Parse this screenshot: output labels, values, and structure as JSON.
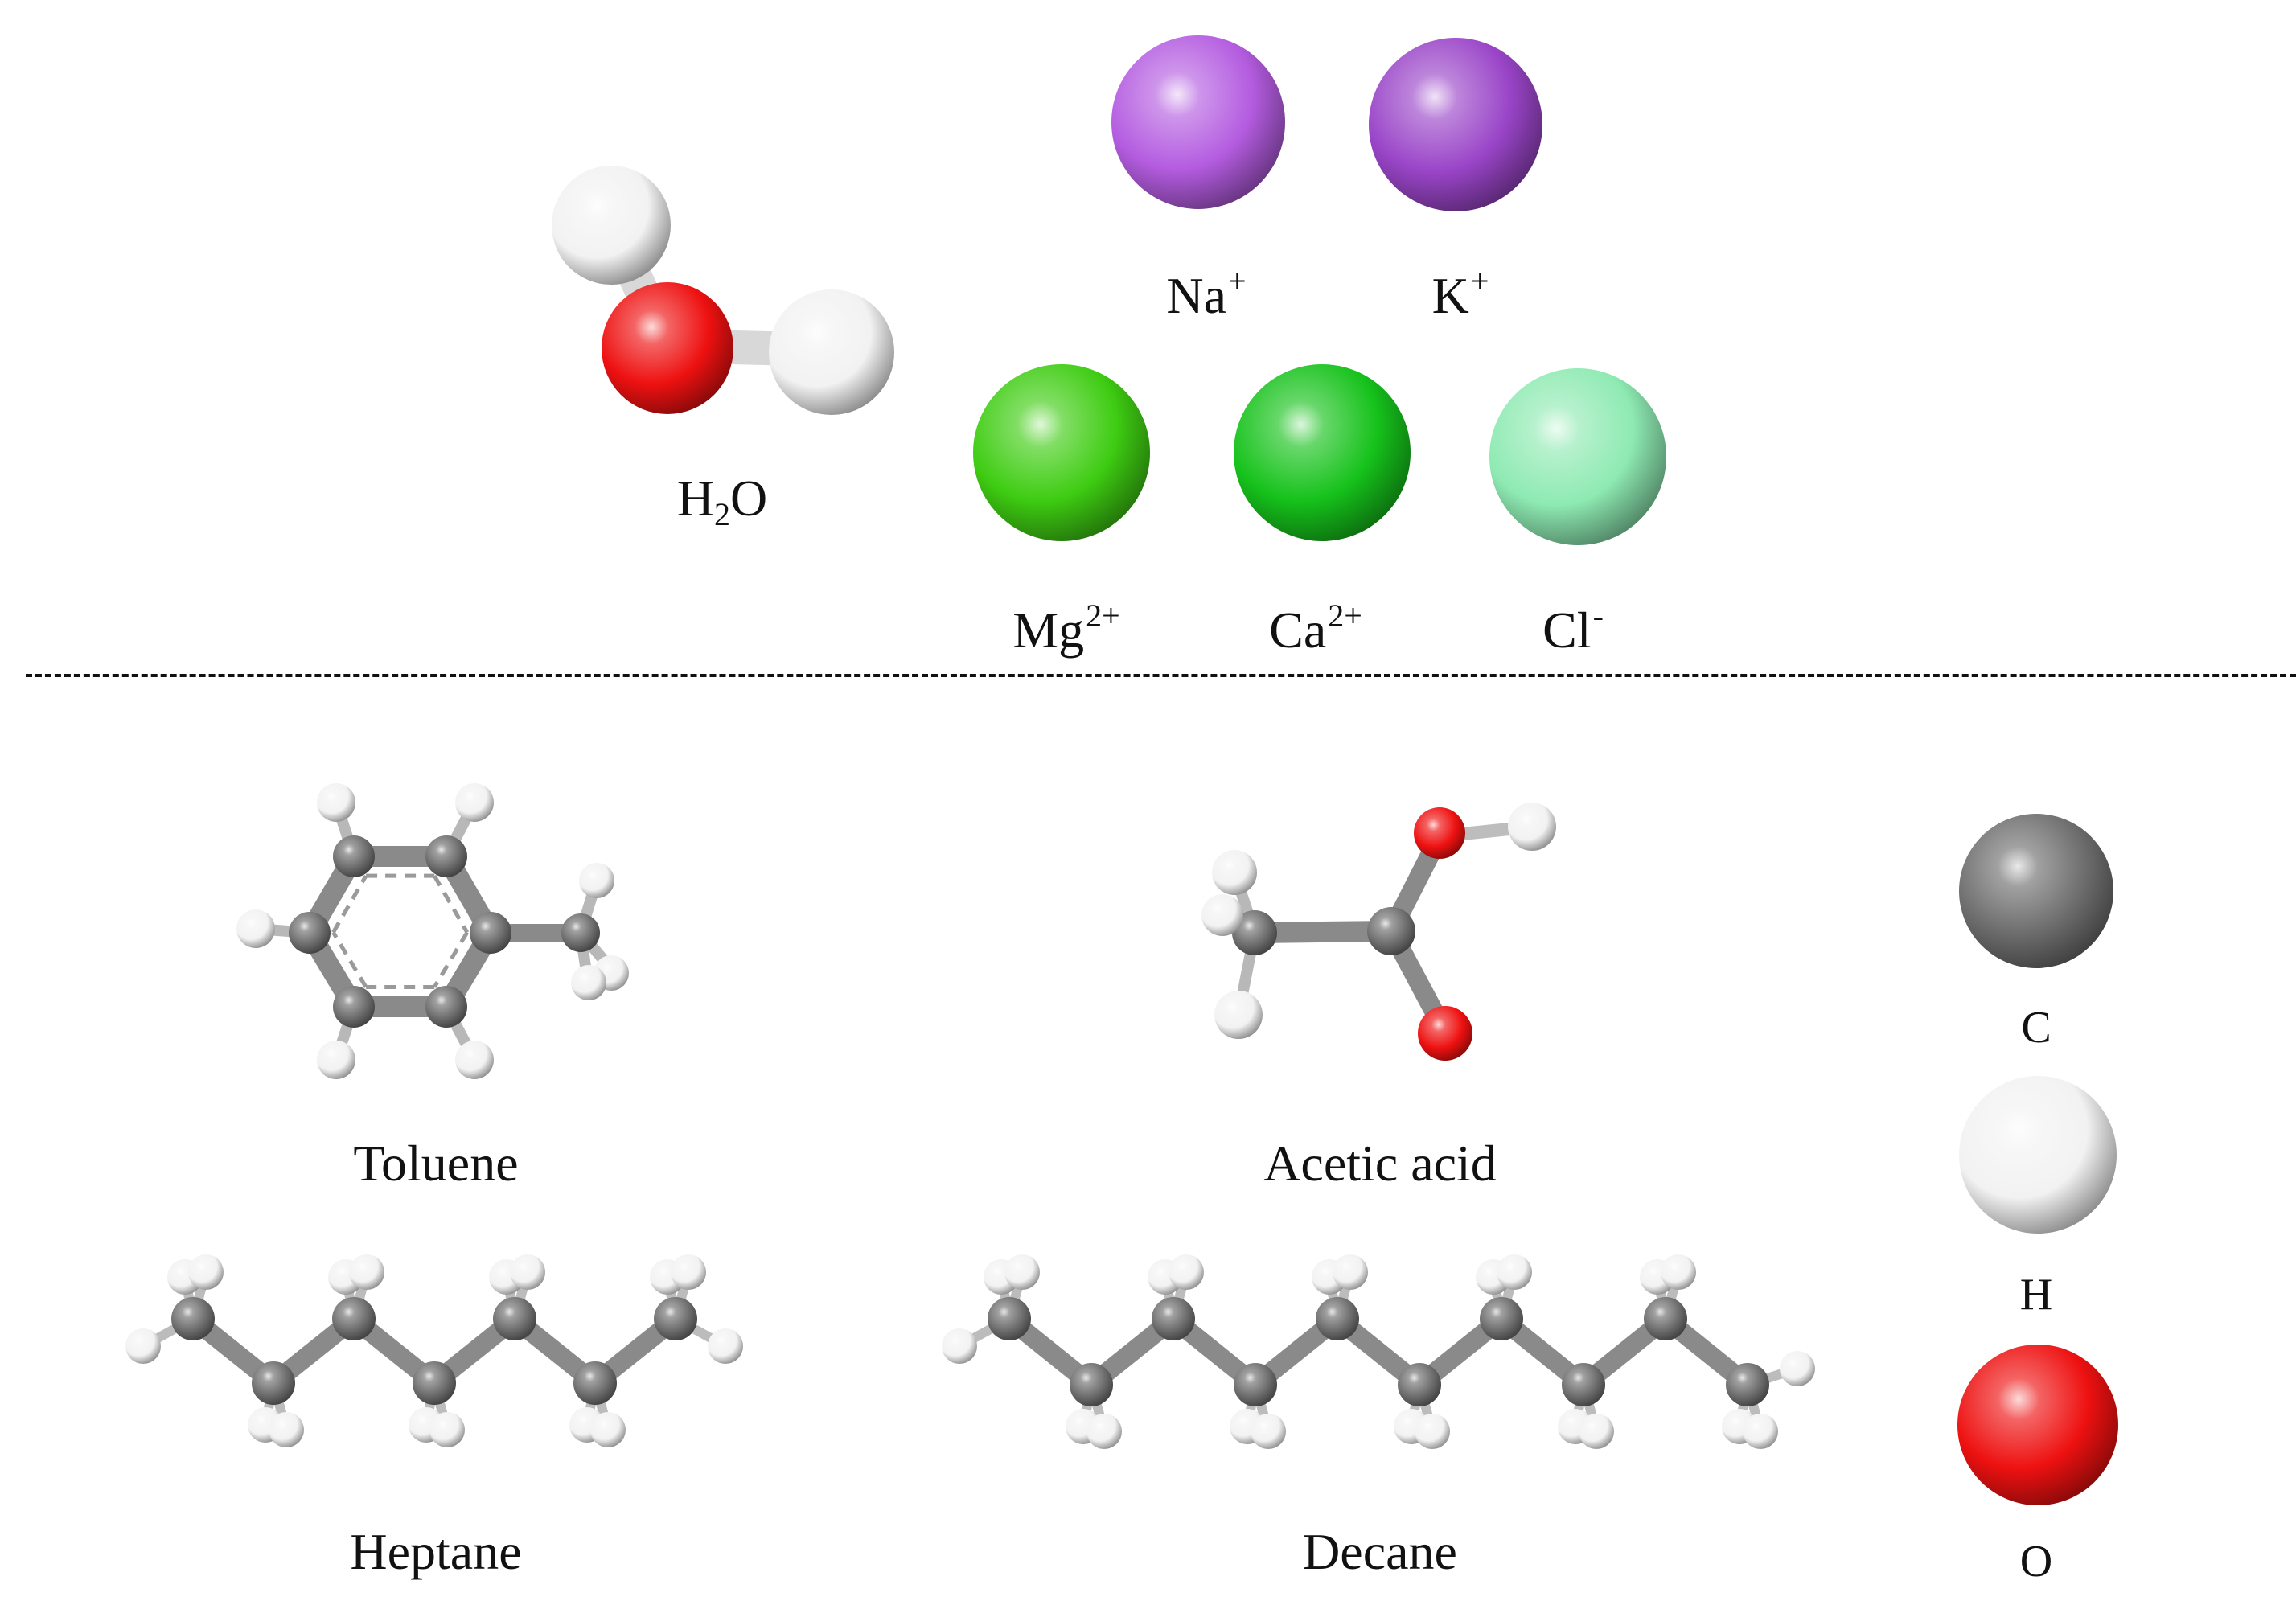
{
  "species": {
    "h2o": {
      "base": "H",
      "sub": "2",
      "tail": "O"
    },
    "na": {
      "base": "Na",
      "sup": "+"
    },
    "k": {
      "base": "K",
      "sup": "+"
    },
    "mg": {
      "base": "Mg",
      "sup": "2+"
    },
    "ca": {
      "base": "Ca",
      "sup": "2+"
    },
    "cl": {
      "base": "Cl",
      "sup": "-"
    }
  },
  "molecules": {
    "toluene": "Toluene",
    "acetic_acid": "Acetic acid",
    "heptane": "Heptane",
    "decane": "Decane"
  },
  "legend": {
    "c": "C",
    "h": "H",
    "o": "O"
  },
  "colors": {
    "oxygen": "#ee1111",
    "hydrogen": "#f2f2f2",
    "carbon": "#6e6e6e",
    "sodium": "#b45ce0",
    "potassium": "#9a45c8",
    "magnesium": "#3ecc12",
    "calcium": "#16c21b",
    "chloride": "#8eeab2"
  }
}
